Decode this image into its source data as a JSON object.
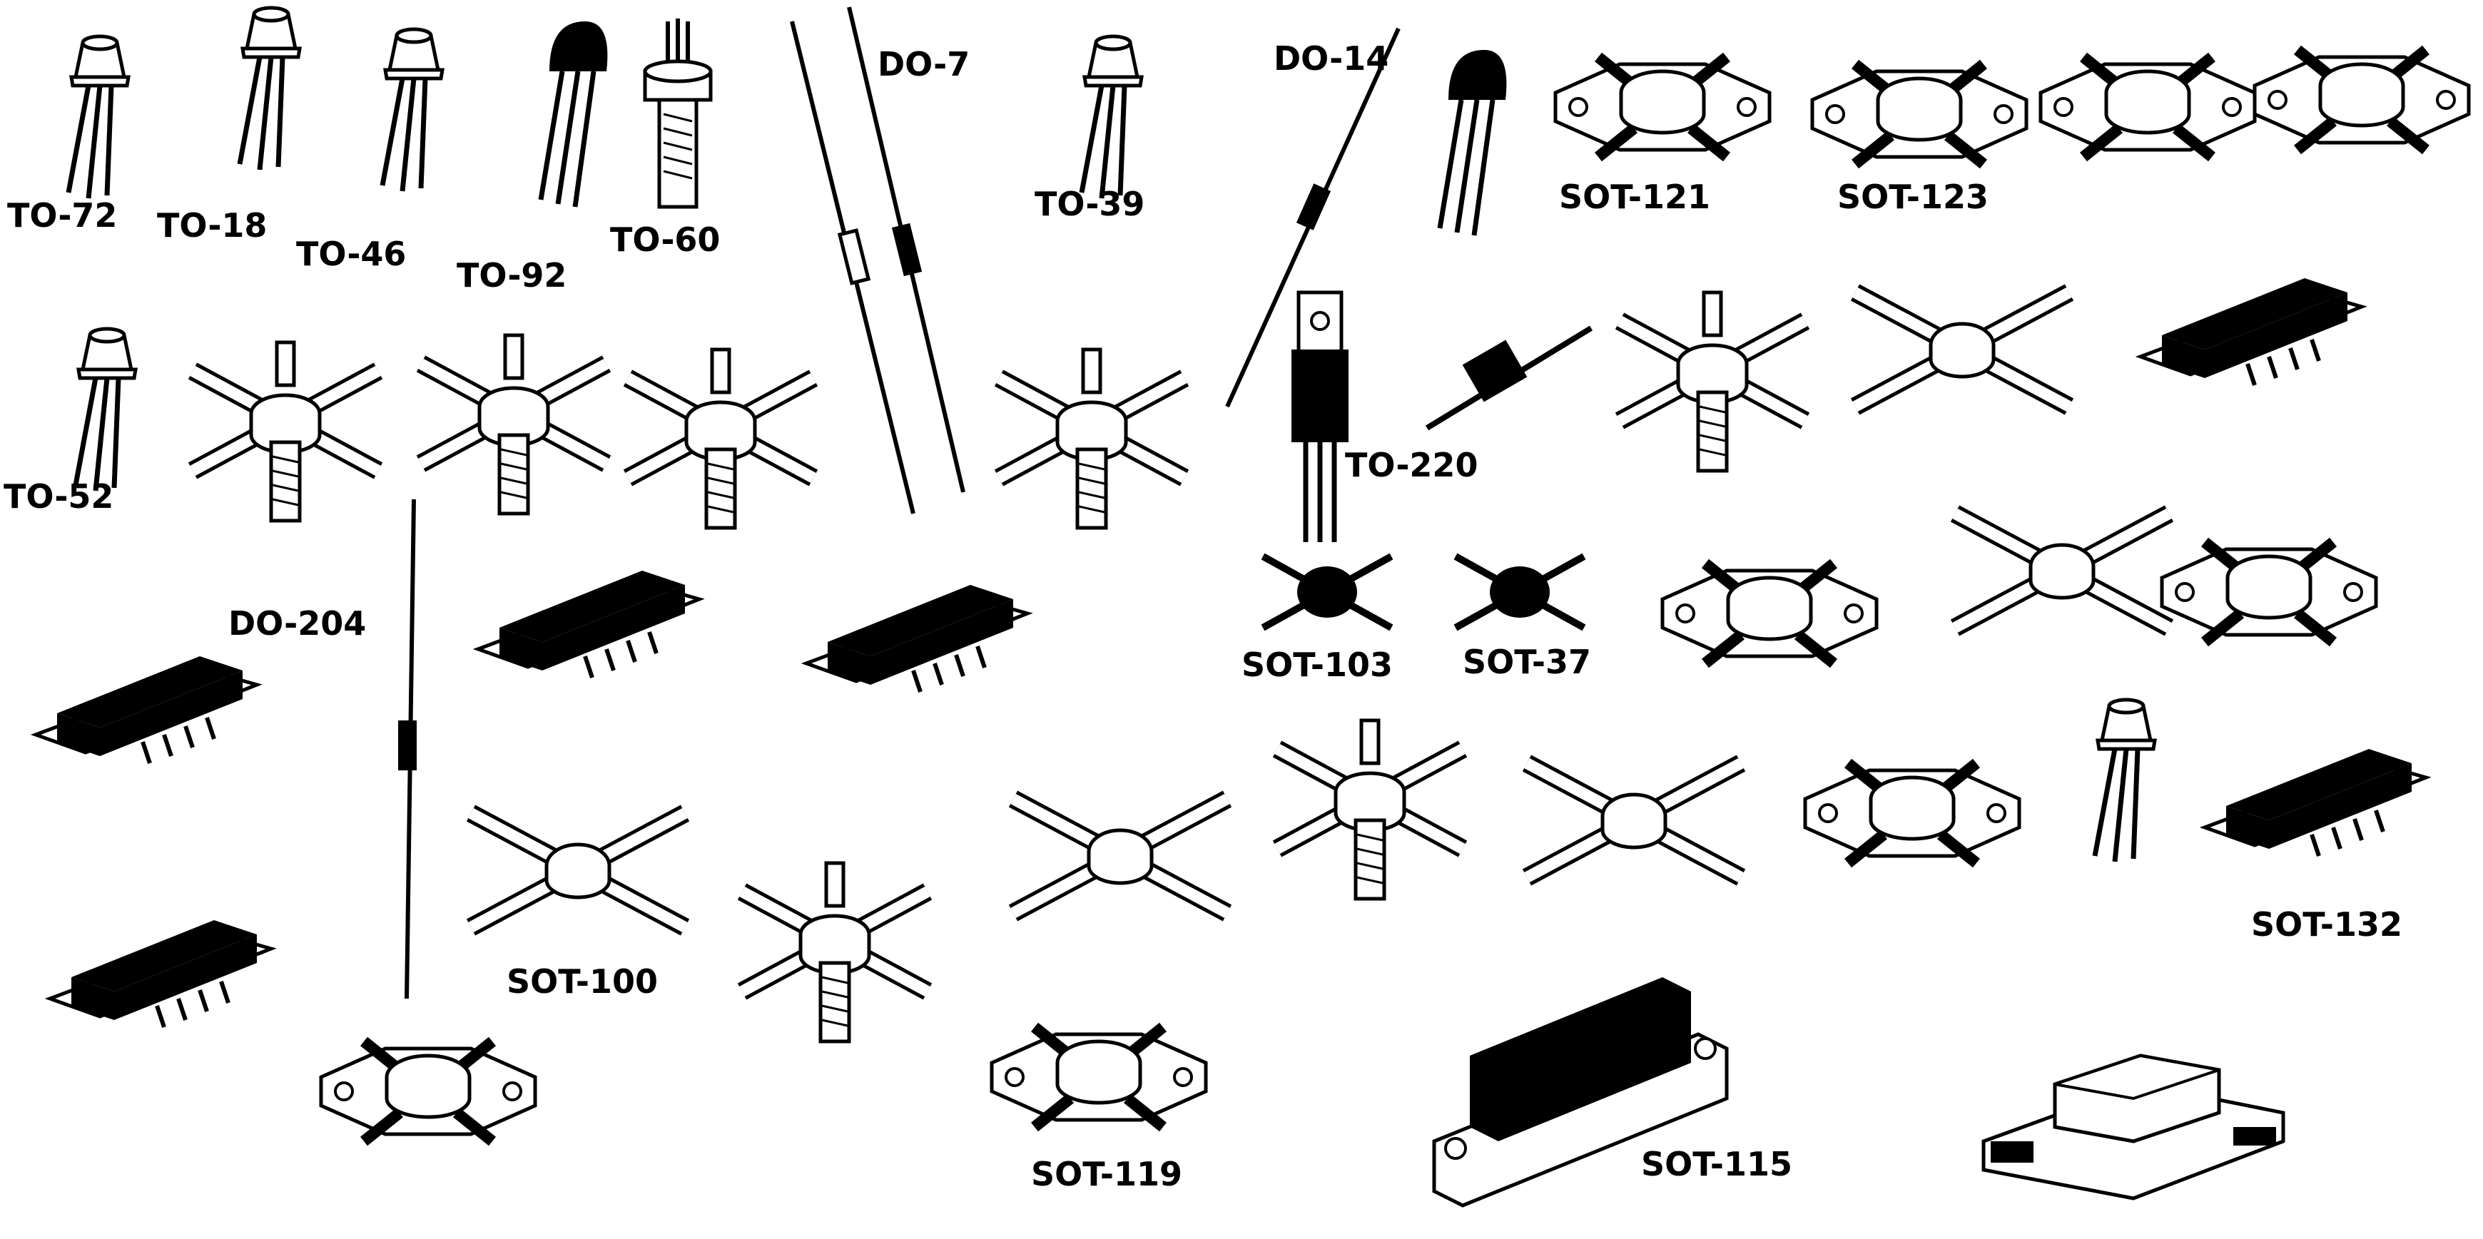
{
  "colors": {
    "ink": "#000000",
    "paper": "#ffffff"
  },
  "labels": {
    "to72": "TO-72",
    "to18": "TO-18",
    "to46": "TO-46",
    "to92": "TO-92",
    "to60": "TO-60",
    "do7": "DO-7",
    "to39": "TO-39",
    "do14": "DO-14",
    "sot121": "SOT-121",
    "sot123": "SOT-123",
    "to52": "TO-52",
    "to220": "TO-220",
    "do204": "DO-204",
    "sot103": "SOT-103",
    "sot37": "SOT-37",
    "sot100": "SOT-100",
    "sot119": "SOT-119",
    "sot115": "SOT-115",
    "sot132": "SOT-132"
  },
  "packages": [
    {
      "id": "to72",
      "kind": "can3",
      "icon": "metal-can-transistor-icon"
    },
    {
      "id": "to18",
      "kind": "can3",
      "icon": "metal-can-transistor-icon"
    },
    {
      "id": "to46",
      "kind": "can3",
      "icon": "metal-can-transistor-icon"
    },
    {
      "id": "to92",
      "kind": "plastic3",
      "icon": "plastic-transistor-icon"
    },
    {
      "id": "to60",
      "kind": "stud",
      "icon": "stud-mount-transistor-icon"
    },
    {
      "id": "do7",
      "kind": "axial",
      "icon": "axial-diode-icon"
    },
    {
      "id": "to39",
      "kind": "can3",
      "icon": "metal-can-transistor-icon"
    },
    {
      "id": "do14",
      "kind": "axial",
      "icon": "axial-diode-icon"
    },
    {
      "id": "sot121",
      "kind": "flange",
      "icon": "flange-rf-transistor-icon"
    },
    {
      "id": "sot123",
      "kind": "flange",
      "icon": "flange-rf-transistor-icon"
    },
    {
      "id": "to52",
      "kind": "can3",
      "icon": "metal-can-transistor-icon"
    },
    {
      "id": "to220",
      "kind": "power-tab",
      "icon": "power-tab-transistor-icon"
    },
    {
      "id": "do204",
      "kind": "axial",
      "icon": "axial-diode-icon"
    },
    {
      "id": "sot103",
      "kind": "cross",
      "icon": "cross-lead-transistor-icon"
    },
    {
      "id": "sot37",
      "kind": "cross",
      "icon": "cross-lead-transistor-icon"
    },
    {
      "id": "sot100",
      "kind": "cross",
      "icon": "cross-lead-transistor-icon"
    },
    {
      "id": "sot119",
      "kind": "flange",
      "icon": "flange-rf-transistor-icon"
    },
    {
      "id": "sot115",
      "kind": "module",
      "icon": "hybrid-module-icon"
    },
    {
      "id": "sot132",
      "kind": "module",
      "icon": "hybrid-module-icon"
    }
  ]
}
